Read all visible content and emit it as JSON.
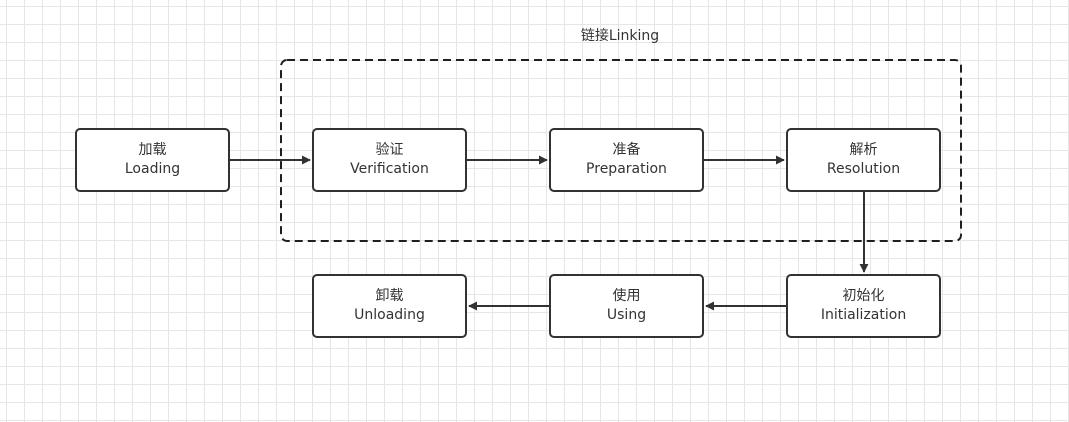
{
  "diagram": {
    "group": {
      "label": "链接Linking"
    },
    "nodes": {
      "loading": {
        "zh": "加载",
        "en": "Loading"
      },
      "verification": {
        "zh": "验证",
        "en": "Verification"
      },
      "preparation": {
        "zh": "准备",
        "en": "Preparation"
      },
      "resolution": {
        "zh": "解析",
        "en": "Resolution"
      },
      "initialization": {
        "zh": "初始化",
        "en": "Initialization"
      },
      "using": {
        "zh": "使用",
        "en": "Using"
      },
      "unloading": {
        "zh": "卸载",
        "en": "Unloading"
      }
    }
  }
}
